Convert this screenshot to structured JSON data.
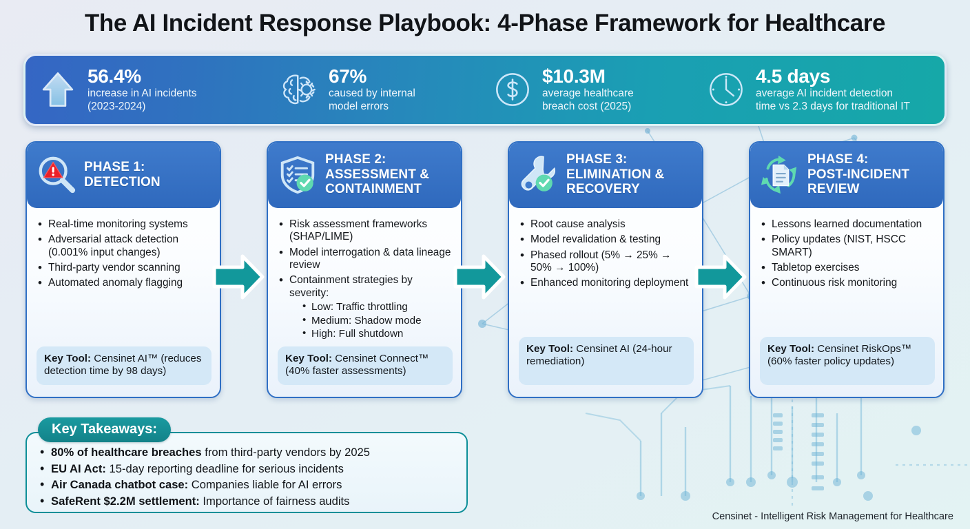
{
  "title": "The AI Incident Response Playbook: 4-Phase Framework for Healthcare",
  "colors": {
    "header_blue": "#2f69bd",
    "accent_teal": "#17a0a4",
    "alert_red": "#e8232a",
    "check_green": "#5fd9b0",
    "keytool_bg": "#d4e8f7"
  },
  "stats": [
    {
      "icon": "up-arrow-icon",
      "value": "56.4%",
      "label": "increase in AI incidents\n(2023-2024)"
    },
    {
      "icon": "brain-gear-icon",
      "value": "67%",
      "label": "caused by internal\nmodel errors"
    },
    {
      "icon": "dollar-circle-icon",
      "value": "$10.3M",
      "label": "average healthcare\nbreach cost (2025)"
    },
    {
      "icon": "clock-icon",
      "value": "4.5 days",
      "label": "average AI incident detection\ntime vs 2.3 days for traditional IT"
    }
  ],
  "phases": [
    {
      "icon": "magnifier-alert-icon",
      "title": "PHASE 1:\nDETECTION",
      "bullets": [
        "Real-time monitoring systems",
        "Adversarial attack detection (0.001% input changes)",
        "Third-party vendor scanning",
        "Automated anomaly flagging"
      ],
      "sub_bullets": [],
      "keytool_label": "Key Tool:",
      "keytool_text": " Censinet AI™ (reduces detection time by 98 days)"
    },
    {
      "icon": "shield-checklist-icon",
      "title": "PHASE 2:\nASSESSMENT &\nCONTAINMENT",
      "bullets": [
        "Risk assessment frameworks (SHAP/LIME)",
        "Model interrogation & data lineage review",
        "Containment strategies by severity:"
      ],
      "sub_bullets": [
        "Low: Traffic throttling",
        "Medium: Shadow mode",
        "High: Full shutdown"
      ],
      "keytool_label": "Key Tool:",
      "keytool_text": " Censinet Connect™ (40% faster assessments)"
    },
    {
      "icon": "wrench-check-icon",
      "title": "PHASE 3:\nELIMINATION &\nRECOVERY",
      "bullets": [
        "Root cause analysis",
        "Model revalidation & testing",
        "Phased rollout (5% → 25% → 50% → 100%)",
        "Enhanced monitoring deployment"
      ],
      "sub_bullets": [],
      "keytool_label": "Key Tool:",
      "keytool_text": " Censinet AI (24-hour remediation)"
    },
    {
      "icon": "document-recycle-icon",
      "title": "PHASE 4:\nPOST-INCIDENT\nREVIEW",
      "bullets": [
        "Lessons learned documentation",
        "Policy updates (NIST, HSCC SMART)",
        "Tabletop exercises",
        "Continuous risk monitoring"
      ],
      "sub_bullets": [],
      "keytool_label": "Key Tool:",
      "keytool_text": " Censinet RiskOps™ (60% faster policy updates)"
    }
  ],
  "arrows": [
    {
      "name": "arrow-phase1-to-phase2"
    },
    {
      "name": "arrow-phase2-to-phase3"
    },
    {
      "name": "arrow-phase3-to-phase4"
    }
  ],
  "takeaways": {
    "heading": "Key Takeaways:",
    "items": [
      {
        "bold": "80% of healthcare breaches",
        "rest": " from third-party vendors by 2025"
      },
      {
        "bold": "EU AI Act:",
        "rest": " 15-day reporting deadline for serious incidents"
      },
      {
        "bold": "Air Canada chatbot case:",
        "rest": " Companies liable for AI errors"
      },
      {
        "bold": "SafeRent $2.2M settlement:",
        "rest": " Importance of fairness audits"
      }
    ]
  },
  "footer": "Censinet - Intelligent Risk Management for Healthcare"
}
